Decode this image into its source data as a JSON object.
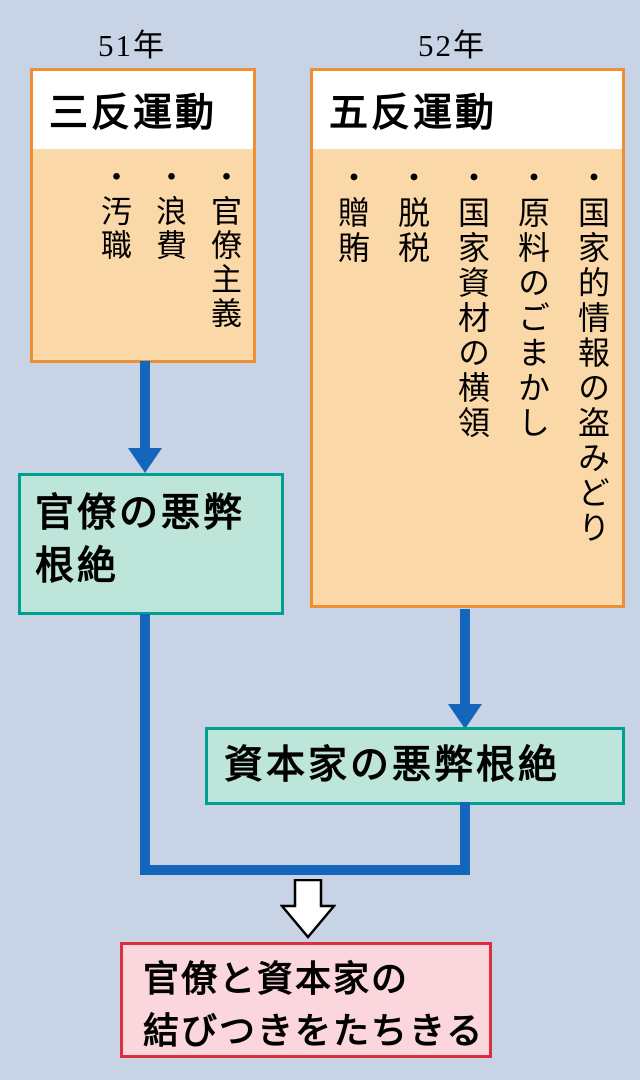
{
  "years": {
    "left": "51年",
    "right": "52年"
  },
  "campaign_left": {
    "title": "三反運動",
    "items": [
      "・官僚主義",
      "・浪費",
      "・汚職"
    ]
  },
  "campaign_right": {
    "title": "五反運動",
    "items": [
      "・国家的情報の盗みどり",
      "・原料のごまかし",
      "・国家資材の横領",
      "・脱税",
      "・贈賄"
    ]
  },
  "result_left": {
    "lines": [
      "官僚の悪弊",
      "根絶"
    ]
  },
  "result_right": {
    "label": "資本家の悪弊根絶"
  },
  "conclusion": {
    "lines": [
      "官僚と資本家の",
      "結びつきをたちきる"
    ]
  },
  "icons": {
    "down_arrow_left": "blue-down-arrow",
    "down_arrow_right": "blue-down-arrow",
    "merge_arrow": "white-outlined-down-arrow"
  },
  "colors": {
    "background": "#c9d3e6",
    "campaign_border": "#ee8f35",
    "campaign_fill": "#fbd8a8",
    "campaign_title_bg": "#ffffff",
    "arrow_blue": "#1466bd",
    "result_border": "#00a091",
    "result_fill": "#bee5d9",
    "conclusion_border": "#dd2f3b",
    "conclusion_fill": "#fbd6dc",
    "text": "#000000"
  }
}
